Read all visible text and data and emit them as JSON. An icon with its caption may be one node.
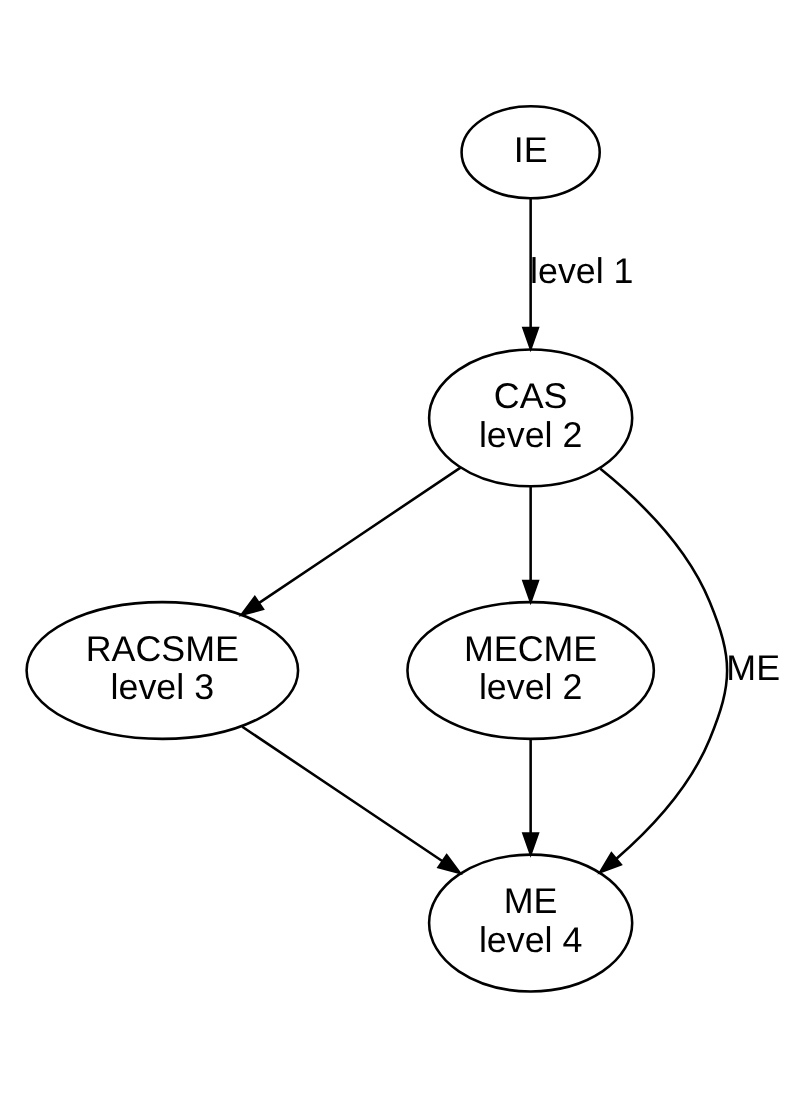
{
  "diagram": {
    "nodes": [
      {
        "text": [
          "IE"
        ]
      },
      {
        "text": [
          "CAS",
          "level 2"
        ]
      },
      {
        "text": [
          "RACSME",
          "level 3"
        ]
      },
      {
        "text": [
          "MECME",
          "level 2"
        ]
      },
      {
        "text": [
          "ME",
          "level 4"
        ]
      }
    ],
    "edges": [
      {
        "from": 0,
        "to": 1,
        "arrow": "to",
        "label": "level 1"
      },
      {
        "from": 1,
        "to": 2,
        "arrow": "to"
      },
      {
        "from": 1,
        "to": 4,
        "arrow": "to",
        "label": "ME"
      },
      {
        "from": 1,
        "to": 3,
        "arrow": "to"
      },
      {
        "from": 2,
        "to": 4,
        "arrow": "to"
      },
      {
        "from": 3,
        "to": 4,
        "arrow": "to"
      }
    ]
  }
}
